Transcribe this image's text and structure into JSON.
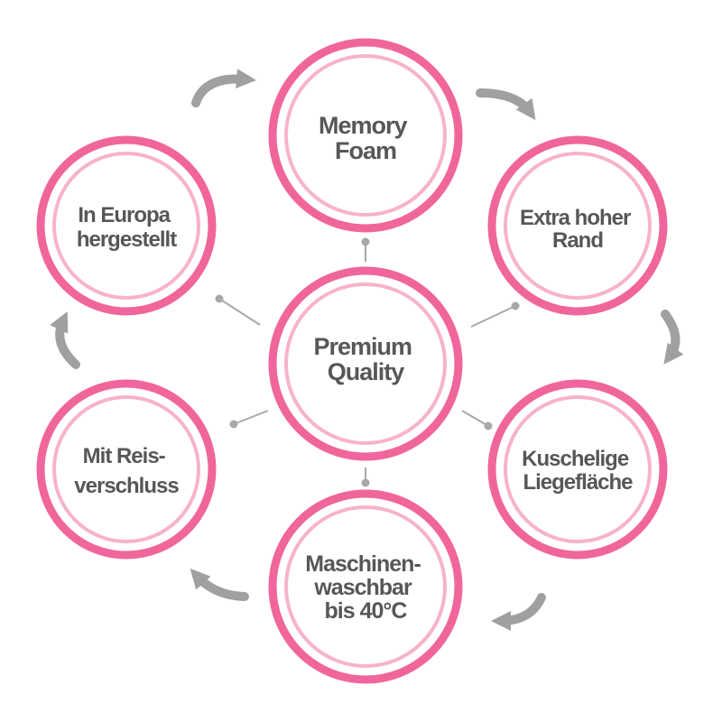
{
  "center": {
    "line1": "Premium",
    "line2": "Quality"
  },
  "features": [
    {
      "line1": "Memory",
      "line2": "Foam"
    },
    {
      "line1": "Extra hoher",
      "line2": "Rand"
    },
    {
      "line1": "Kuschelige",
      "line2": "Liegefläche"
    },
    {
      "line1": "Maschinen-",
      "line2": "waschbar",
      "line3": "bis 40°C"
    },
    {
      "line1": "Mit Reis-",
      "line2": "verschluss"
    },
    {
      "line1": "In Europa",
      "line2": "hergestellt"
    }
  ],
  "colors": {
    "ring_outer": "#f0669a",
    "ring_inner": "#f7b3cb",
    "text": "#575757",
    "connector": "#a8a8a8",
    "arrow": "#a0a0a0"
  }
}
